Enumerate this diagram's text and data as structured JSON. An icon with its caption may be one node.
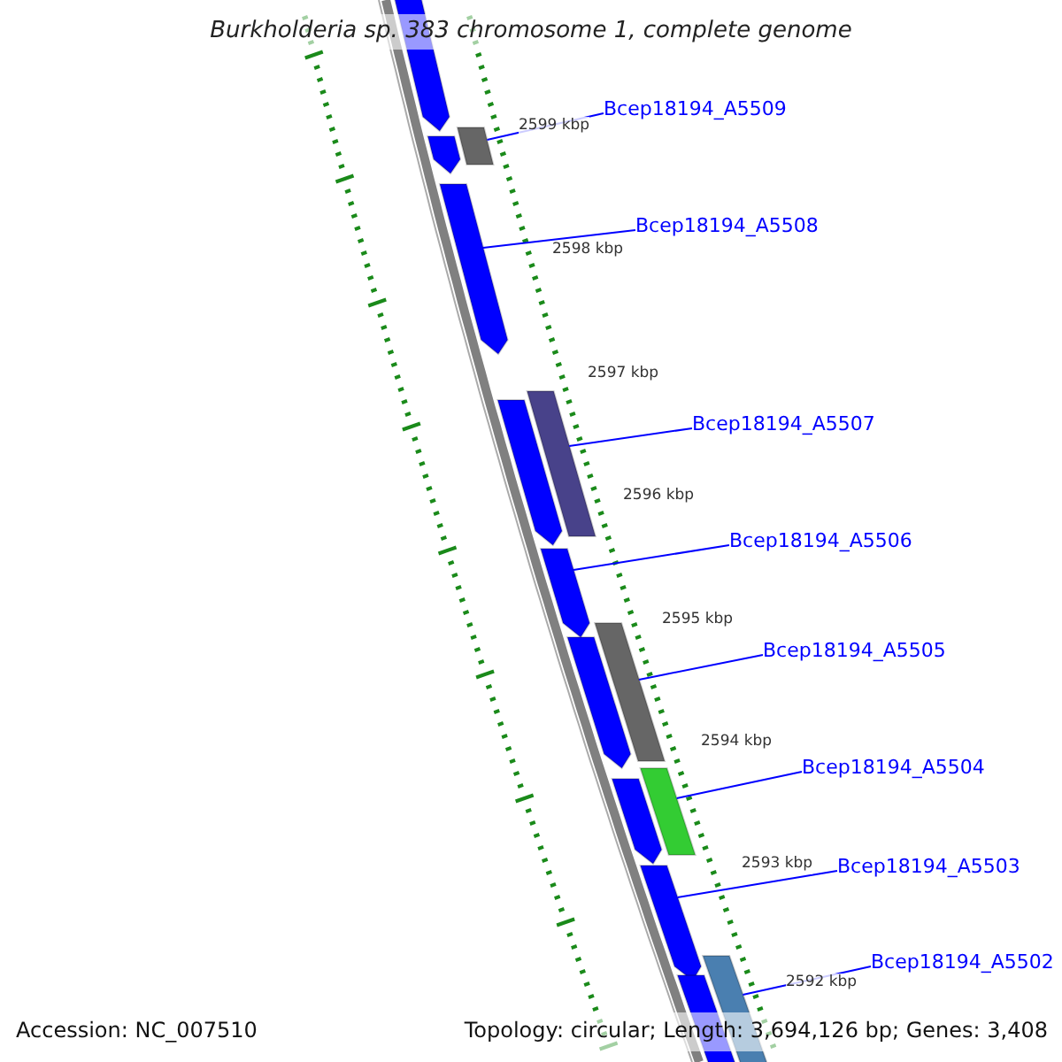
{
  "diagram": {
    "title": "Burkholderia sp. 383 chromosome 1, complete genome",
    "nodes": [
      {
        "text": [],
        "shape": "pentagon"
      },
      {
        "text": [],
        "shape": "box"
      },
      {
        "text": [],
        "shape": "pentagon"
      },
      {
        "text": [],
        "shape": "pentagon"
      },
      {
        "text": [],
        "shape": "box"
      },
      {
        "text": [],
        "shape": "pentagon"
      },
      {
        "text": [],
        "shape": "pentagon"
      },
      {
        "text": [],
        "shape": "box"
      },
      {
        "text": [],
        "shape": "pentagon"
      },
      {
        "text": [],
        "shape": "box"
      },
      {
        "text": [],
        "shape": "pentagon"
      },
      {
        "text": [],
        "shape": "pentagon"
      },
      {
        "text": [],
        "shape": "box"
      },
      {
        "text": [],
        "shape": "pentagon"
      },
      {
        "text": [
          "Bcep18194_A5509"
        ]
      },
      {
        "text": [
          "Bcep18194_A5508"
        ]
      },
      {
        "text": [
          "Bcep18194_A5507"
        ]
      },
      {
        "text": [
          "Bcep18194_A5506"
        ]
      },
      {
        "text": [
          "Bcep18194_A5505"
        ]
      },
      {
        "text": [
          "Bcep18194_A5504"
        ]
      },
      {
        "text": [
          "Bcep18194_A5503"
        ]
      },
      {
        "text": [
          "Bcep18194_A5502"
        ]
      }
    ],
    "edges": [
      {
        "from": 14,
        "to": 1,
        "arrow": "none"
      },
      {
        "from": 15,
        "to": 3,
        "arrow": "none"
      },
      {
        "from": 16,
        "to": 4,
        "arrow": "none"
      },
      {
        "from": 17,
        "to": 6,
        "arrow": "none"
      },
      {
        "from": 18,
        "to": 7,
        "arrow": "none"
      },
      {
        "from": 19,
        "to": 9,
        "arrow": "none"
      },
      {
        "from": 20,
        "to": 11,
        "arrow": "none"
      },
      {
        "from": 21,
        "to": 12,
        "arrow": "none"
      }
    ],
    "labels": [
      "2599 kbp",
      "2598 kbp",
      "2597 kbp",
      "2596 kbp",
      "2595 kbp",
      "2594 kbp",
      "2593 kbp",
      "2592 kbp",
      "Accession: NC_007510",
      "Topology: circular; Length: 3,694,126 bp; Genes: 3,408"
    ]
  }
}
